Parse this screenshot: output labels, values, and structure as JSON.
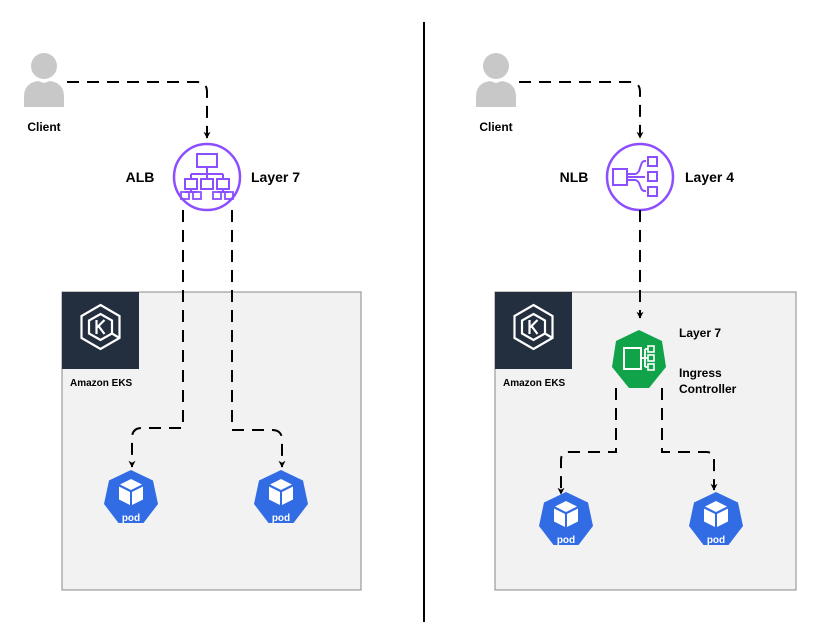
{
  "colors": {
    "background": "#ffffff",
    "panel_fill": "#f2f2f2",
    "panel_stroke": "#888888",
    "divider": "#000000",
    "connector": "#000000",
    "balancer_purple": "#8c4fff",
    "eks_tile": "#232f3e",
    "ingress_green": "#11a34a",
    "pod_blue": "#326ce5",
    "person_grey": "#c8c8c8"
  },
  "left": {
    "client_label": "Client",
    "balancer_label": "ALB",
    "layer_label": "Layer 7",
    "eks_label": "Amazon EKS",
    "balancer_icon": "application-load-balancer-icon",
    "pods": [
      {
        "label": "pod"
      },
      {
        "label": "pod"
      }
    ]
  },
  "right": {
    "client_label": "Client",
    "balancer_label": "NLB",
    "layer_label": "Layer 4",
    "eks_label": "Amazon EKS",
    "balancer_icon": "network-load-balancer-icon",
    "ingress_layer_label": "Layer 7",
    "ingress_label_line1": "Ingress",
    "ingress_label_line2": "Controller",
    "pods": [
      {
        "label": "pod"
      },
      {
        "label": "pod"
      }
    ]
  }
}
